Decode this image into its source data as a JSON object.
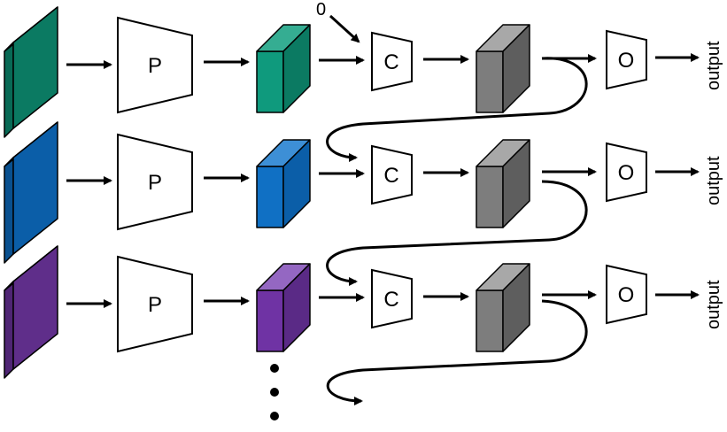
{
  "labels": {
    "projector": "P",
    "combiner": "C",
    "output_block": "O",
    "output_text": "output",
    "initial_state": "0"
  },
  "rows": [
    {
      "input_colors": {
        "front": "#0b7a62",
        "side": "#086a55",
        "top": "#2aa58a"
      },
      "feature_colors": {
        "front": "#0f9a7d",
        "side": "#0b7a62",
        "top": "#35ad92"
      }
    },
    {
      "input_colors": {
        "front": "#0b5ea8",
        "side": "#09508f",
        "top": "#2f7fc6"
      },
      "feature_colors": {
        "front": "#1070c4",
        "side": "#0b5ea8",
        "top": "#3d8fd6"
      }
    },
    {
      "input_colors": {
        "front": "#5f2e8a",
        "side": "#4f2574",
        "top": "#8a5cb8"
      },
      "feature_colors": {
        "front": "#6f33a4",
        "side": "#5a2a86",
        "top": "#9467c2"
      }
    }
  ],
  "hidden_state_colors": {
    "front": "#7d7d7d",
    "side": "#5e5e5e",
    "top": "#a8a8a8"
  },
  "stroke_color": "#000000",
  "block_fill": "#ffffff"
}
